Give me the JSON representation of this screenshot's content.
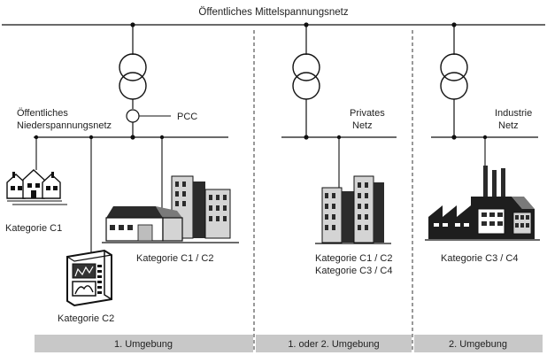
{
  "labels": {
    "mv_grid": "Öffentliches Mittelspannungsnetz",
    "lv_grid_line1": "Öffentliches",
    "lv_grid_line2": "Niederspannungsnetz",
    "pcc": "PCC",
    "private_line1": "Privates",
    "private_line2": "Netz",
    "industry_line1": "Industrie",
    "industry_line2": "Netz"
  },
  "categories": {
    "houses": "Kategorie C1",
    "device": "Kategorie C2",
    "buildings": "Kategorie C1 / C2",
    "private_line1": "Kategorie C1 / C2",
    "private_line2": "Kategorie C3 / C4",
    "industry": "Kategorie C3 / C4"
  },
  "environments": [
    "1. Umgebung",
    "1. oder 2. Umgebung",
    "2. Umgebung"
  ],
  "colors": {
    "line": "#111111",
    "env_bar": "#c8c8c8",
    "building_dark": "#2b2b2b",
    "building_mid": "#7a7a7a",
    "building_light": "#d4d4d4"
  }
}
